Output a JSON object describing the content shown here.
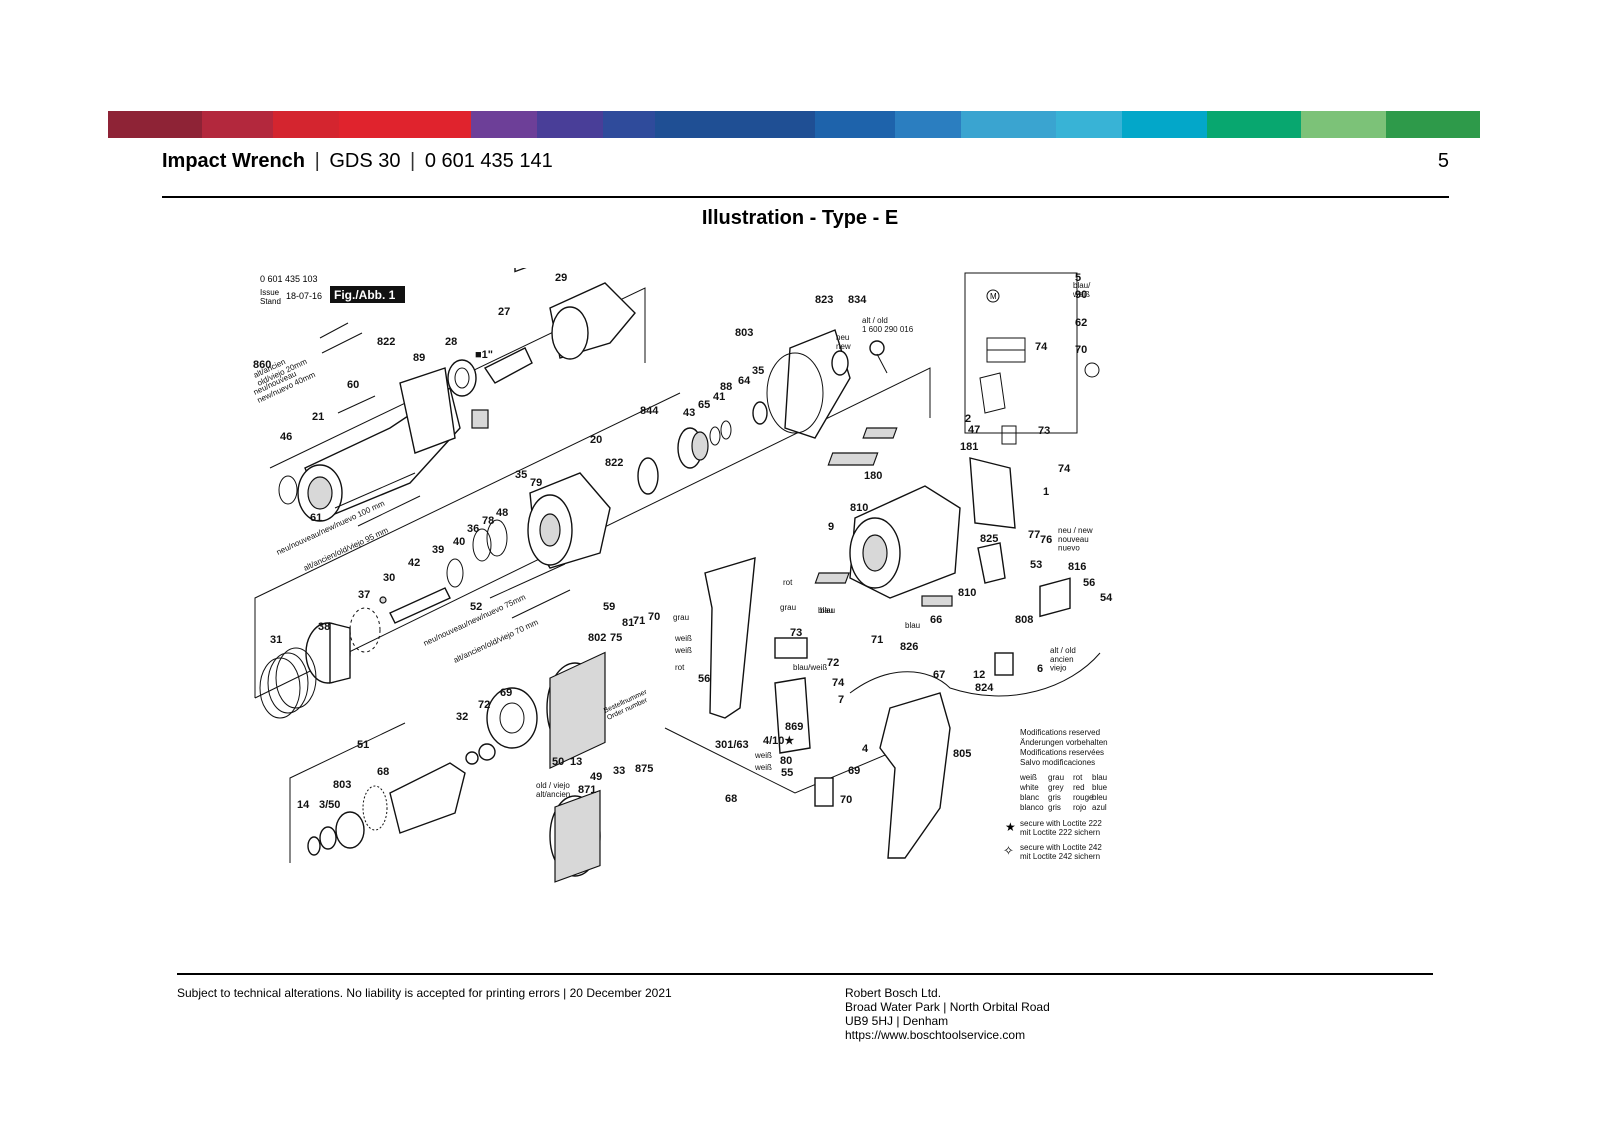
{
  "brand_bar": {
    "colors": [
      "#8e2336",
      "#b3283d",
      "#d4252f",
      "#e0232d",
      "#6d3f98",
      "#493e98",
      "#2f4b9b",
      "#1f4f94",
      "#1e63ab",
      "#2b7ec0",
      "#3aa4d0",
      "#38b3d6",
      "#03a7c9",
      "#08a76f",
      "#7cc278",
      "#2e9a4a"
    ]
  },
  "header": {
    "product_type": "Impact Wrench",
    "model": "GDS 30",
    "part_number": "0 601 435 141",
    "page_number": "5"
  },
  "figure_title": "Illustration - Type - E",
  "diagram": {
    "doc_number": "0 601 435 103",
    "issue_label": "Issue\nStand",
    "issue_date": "18-07-16",
    "fig_label": "Fig./Abb. 1",
    "callouts": [
      "29",
      "27",
      "28",
      "■1\"",
      "822",
      "89",
      "60",
      "21",
      "46",
      "860",
      "61",
      "823",
      "834",
      "803",
      "88",
      "64",
      "35",
      "41",
      "65",
      "43",
      "844",
      "20",
      "822",
      "35",
      "79",
      "78",
      "48",
      "36",
      "40",
      "39",
      "42",
      "30",
      "37",
      "38",
      "31",
      "52",
      "59",
      "802",
      "75",
      "81",
      "71",
      "70",
      "69",
      "72",
      "32",
      "50",
      "13",
      "51",
      "68",
      "803",
      "3/50",
      "14",
      "49",
      "33",
      "875",
      "871",
      "869",
      "2",
      "47",
      "181",
      "180",
      "9",
      "810",
      "74",
      "1",
      "77",
      "76",
      "53",
      "816",
      "56",
      "54",
      "825",
      "810",
      "66",
      "808",
      "73",
      "72",
      "71",
      "826",
      "74",
      "7",
      "56",
      "301/63",
      "4/10★",
      "80",
      "55",
      "4",
      "69",
      "70",
      "68",
      "67",
      "12",
      "824",
      "6",
      "805",
      "5",
      "90",
      "62",
      "70",
      "74",
      "73",
      "69",
      "301/63",
      "68"
    ],
    "alt_new_labels": [
      "alt/ancien\nold/viejo 20mm",
      "neu/nouveau\nnew/nuevo 40mm",
      "neu/nouveau/new/nuevo 100 mm",
      "alt/ancien/old/viejo 95 mm",
      "neu/nouveau/new/nuevo 75mm",
      "alt/ancien/old/viejo 70 mm",
      "old / viejo\nalt/ancien",
      "alt / old\nancien\nviejo",
      "neu / new\nnouveau\nnuevo",
      "alt / old\n1 600 290 016",
      "neu\nnew"
    ],
    "wire_colors": [
      "grau",
      "weiß",
      "weiß",
      "rot",
      "blau",
      "blau/weiß",
      "rot",
      "grau",
      "blau",
      "weiß",
      "blau",
      "weiß",
      "blau/\nweiß"
    ],
    "order_number_label": "Bestellnummer\nOrder number",
    "modifications": [
      "Modifications reserved",
      "Änderungen vorbehalten",
      "Modifications reservées",
      "Salvo modificaciones"
    ],
    "color_table": {
      "rows": [
        [
          "weiß",
          "grau",
          "rot",
          "blau"
        ],
        [
          "white",
          "grey",
          "red",
          "blue"
        ],
        [
          "blanc",
          "gris",
          "rouge",
          "bleu"
        ],
        [
          "blanco",
          "gris",
          "rojo",
          "azul"
        ]
      ]
    },
    "loctite_notes": [
      "secure with Loctite 222\nmit Loctite 222 sichern",
      "secure with Loctite 242\nmit Loctite 242 sichern"
    ]
  },
  "footer": {
    "disclaimer": "Subject to technical alterations. No liability is accepted for printing errors | 20 December 2021",
    "company": "Robert Bosch Ltd.",
    "address_line1": "Broad Water Park | North Orbital Road",
    "address_line2": "UB9 5HJ | Denham",
    "website": "https://www.boschtoolservice.com"
  }
}
